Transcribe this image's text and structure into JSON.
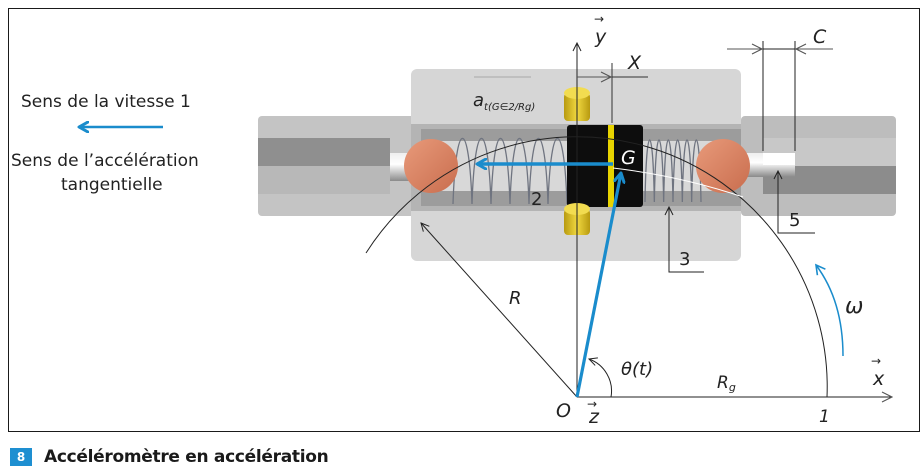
{
  "figure": {
    "number": "8",
    "title": "Accéléromètre en accélération"
  },
  "legend": {
    "speed_direction": "Sens de la vitesse 1",
    "tangential_accel_line1": "Sens de l’accélération",
    "tangential_accel_line2": "tangentielle"
  },
  "labels": {
    "y_axis": "y",
    "x_axis": "x",
    "z_axis": "z",
    "origin": "O",
    "center_of_mass": "G",
    "displacement": "X",
    "clearance": "C",
    "radius": "R",
    "angle": "θ(t)",
    "gyration_radius": "R",
    "gyration_radius_sub": "g",
    "angular_velocity": "ω",
    "accel_label": "a",
    "accel_sub": "t(G∈2/Rg)",
    "part_1": "1",
    "part_2": "2",
    "part_3": "3",
    "part_5": "5"
  },
  "colors": {
    "accent_blue": "#1a8ccc",
    "badge_blue": "#1e8fd1",
    "mass_black": "#0d0d0d",
    "mass_stripe_yellow": "#e8d400",
    "ball_copper": "#d9805f",
    "pin_gold": "#d8b820",
    "housing_light": "#d4d4d4",
    "housing_mid": "#bdbdbd",
    "housing_dark": "#8c8c8c"
  }
}
